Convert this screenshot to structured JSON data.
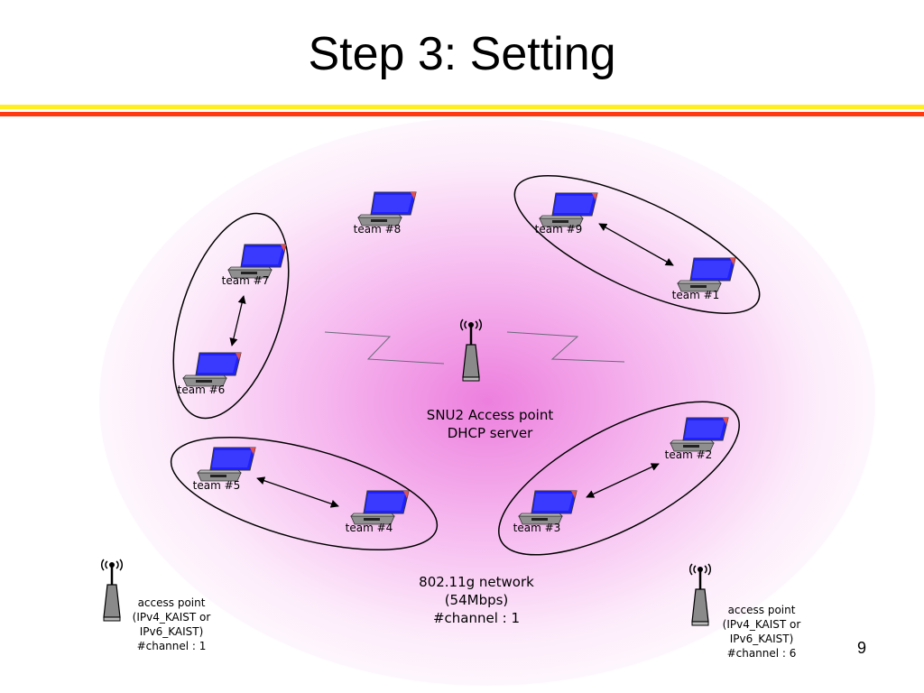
{
  "title": "Step 3: Setting",
  "page_number": "9",
  "central_ap": {
    "line1": "SNU2 Access point",
    "line2": "DHCP server",
    "icon": "antenna-icon"
  },
  "network": {
    "line1": "802.11g network",
    "line2": "(54Mbps)",
    "line3": "#channel : 1"
  },
  "left_ap": {
    "line1": "access point",
    "line2": "(IPv4_KAIST or",
    "line3": "IPv6_KAIST)",
    "line4": "#channel : 1"
  },
  "right_ap": {
    "line1": "access point",
    "line2": "(IPv4_KAIST or",
    "line3": "IPv6_KAIST)",
    "line4": "#channel : 6"
  },
  "teams": {
    "t1": "team #1",
    "t2": "team #2",
    "t3": "team #3",
    "t4": "team #4",
    "t5": "team #5",
    "t6": "team #6",
    "t7": "team #7",
    "t8": "team #8",
    "t9": "team #9"
  },
  "colors": {
    "rule_yellow": "#ffee22",
    "rule_red": "#ff3a10",
    "glow": "#ec78dc",
    "screen": "#1a1aff"
  }
}
